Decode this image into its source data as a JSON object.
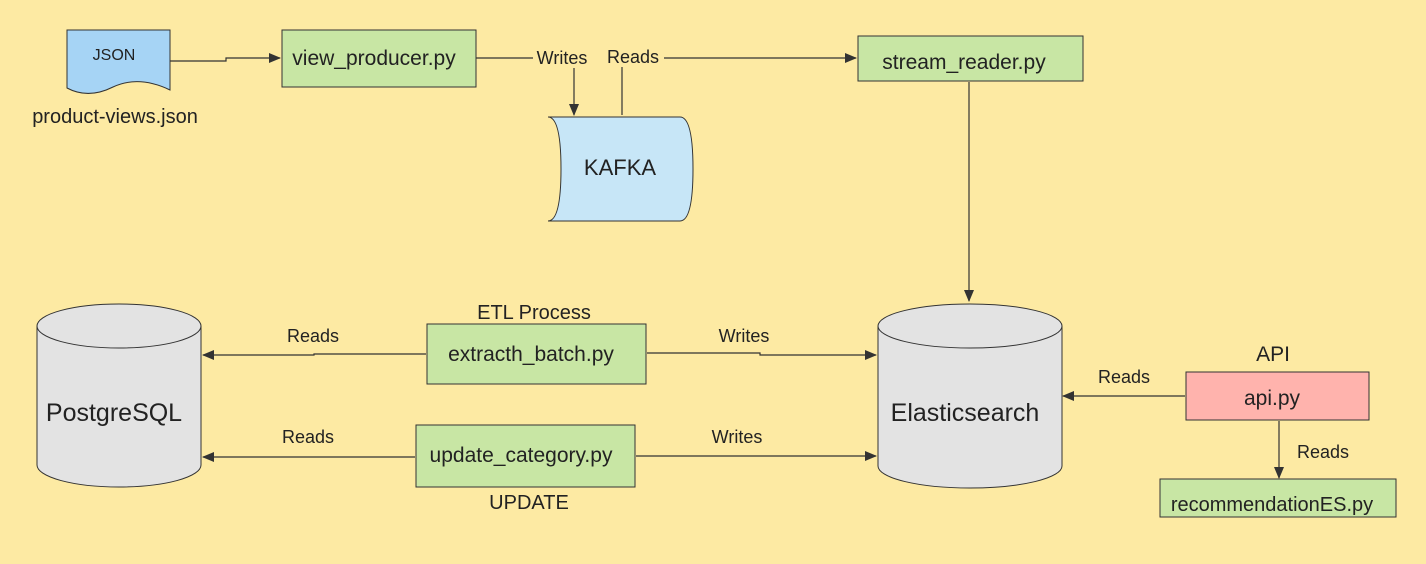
{
  "colors": {
    "background": "#fdeaa3",
    "process_fill": "#c8e6a4",
    "api_fill": "#ffb3ad",
    "queue_fill": "#c7e6f7",
    "document_fill": "#a6d4f5",
    "database_fill": "#e3e3e3",
    "stroke": "#333333"
  },
  "nodes": {
    "json_doc": {
      "label": "JSON",
      "caption": "product-views.json",
      "icon": "document-icon"
    },
    "view_producer": {
      "label": "view_producer.py"
    },
    "kafka": {
      "label": "KAFKA",
      "icon": "queue-icon"
    },
    "stream_reader": {
      "label": "stream_reader.py"
    },
    "postgresql": {
      "label": "PostgreSQL",
      "icon": "database-icon"
    },
    "extract_batch": {
      "label": "extracth_batch.py",
      "caption": "ETL Process"
    },
    "update_category": {
      "label": "update_category.py",
      "caption": "UPDATE"
    },
    "elasticsearch": {
      "label": "Elasticsearch",
      "icon": "database-icon"
    },
    "api": {
      "label": "api.py",
      "caption": "API"
    },
    "recommendation": {
      "label": "recommendationES.py"
    }
  },
  "edges": {
    "producer_writes": "Writes",
    "reader_reads": "Reads",
    "etl_reads": "Reads",
    "etl_writes": "Writes",
    "update_reads": "Reads",
    "update_writes": "Writes",
    "api_reads": "Reads",
    "rec_reads": "Reads"
  }
}
